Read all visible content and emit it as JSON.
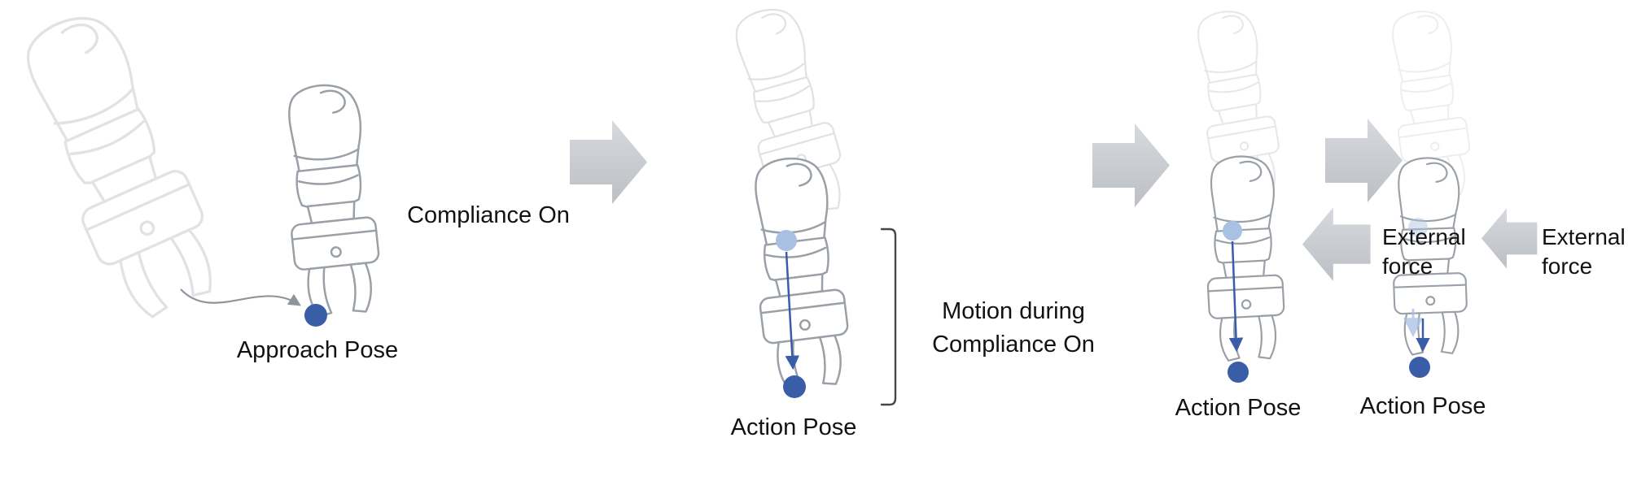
{
  "diagram": {
    "panels": [
      {
        "name": "approach",
        "pose_label": "Approach Pose",
        "transition_label": "Compliance On"
      },
      {
        "name": "action-compliance-on",
        "pose_label": "Action Pose",
        "note": {
          "line1": "Motion during",
          "line2": "Compliance On"
        }
      },
      {
        "name": "action-external-force-1",
        "pose_label": "Action Pose",
        "force": {
          "line1": "External",
          "line2": "force"
        }
      },
      {
        "name": "action-external-force-2",
        "pose_label": "Action Pose",
        "force": {
          "line1": "External",
          "line2": "force"
        }
      }
    ],
    "icons": {
      "flow-arrow-icon": "block-arrow-right",
      "external-force-arrow-icon": "block-arrow-left",
      "pose-dot": "filled-circle",
      "motion-arrow-icon": "arrow-down",
      "approach-path-arrow-icon": "curved-arrow",
      "motion-range-bracket": "square-bracket"
    },
    "colors": {
      "pose_dot": "#3a5da8",
      "pose_dot_light": "#a8c0e2",
      "flow_arrow_fill": "#c8cbd0",
      "robot_outline": "#9aa0a7",
      "text": "#121212"
    }
  }
}
